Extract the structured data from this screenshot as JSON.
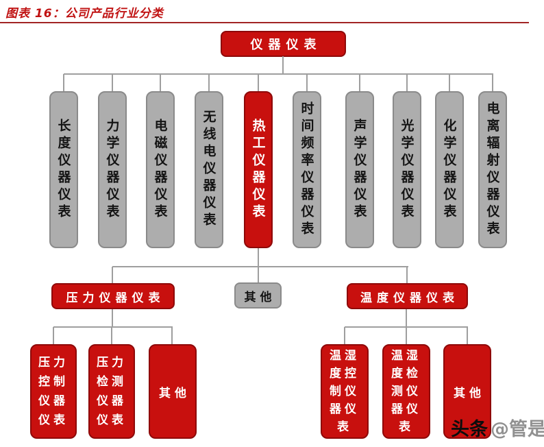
{
  "title": "图表 16：公司产品行业分类",
  "colors": {
    "title_text": "#C01212",
    "title_rule": "#A12525",
    "node_red_fill": "#C8100E",
    "node_red_border": "#8E0909",
    "node_gray_fill": "#ADADAD",
    "node_gray_border": "#8A8A8A",
    "connector": "#9E9E9E",
    "node_red_text": "#FFFFFF",
    "node_gray_text": "#141414"
  },
  "root": {
    "label": "仪器仪表",
    "color": "red"
  },
  "level2": {
    "items": [
      {
        "label": "长度仪器仪表",
        "color": "gray"
      },
      {
        "label": "力学仪器仪表",
        "color": "gray"
      },
      {
        "label": "电磁仪器仪表",
        "color": "gray"
      },
      {
        "label": "无线电仪器仪表",
        "color": "gray"
      },
      {
        "label": "热工仪器仪表",
        "color": "red"
      },
      {
        "label": "时间频率仪器仪表",
        "color": "gray"
      },
      {
        "label": "声学仪器仪表",
        "color": "gray"
      },
      {
        "label": "光学仪器仪表",
        "color": "gray"
      },
      {
        "label": "化学仪器仪表",
        "color": "gray"
      },
      {
        "label": "电离辐射仪器仪表",
        "color": "gray"
      }
    ],
    "highlighted": "热工仪器仪表"
  },
  "level3": {
    "items": [
      {
        "label": "压力仪器仪表",
        "color": "red"
      },
      {
        "label": "其他",
        "color": "gray"
      },
      {
        "label": "温度仪器仪表",
        "color": "red"
      }
    ]
  },
  "level4_left": {
    "items": [
      {
        "label": "压力控制仪器仪表",
        "color": "red"
      },
      {
        "label": "压力检测仪器仪表",
        "color": "red"
      },
      {
        "label": "其他",
        "color": "red"
      }
    ]
  },
  "level4_right": {
    "items": [
      {
        "label": "温湿度控制仪器仪表",
        "color": "red"
      },
      {
        "label": "温湿度检测仪器仪表",
        "color": "red"
      },
      {
        "label": "其他",
        "color": "red"
      }
    ]
  },
  "watermark": {
    "brand": "头条",
    "handle": "@管是"
  }
}
